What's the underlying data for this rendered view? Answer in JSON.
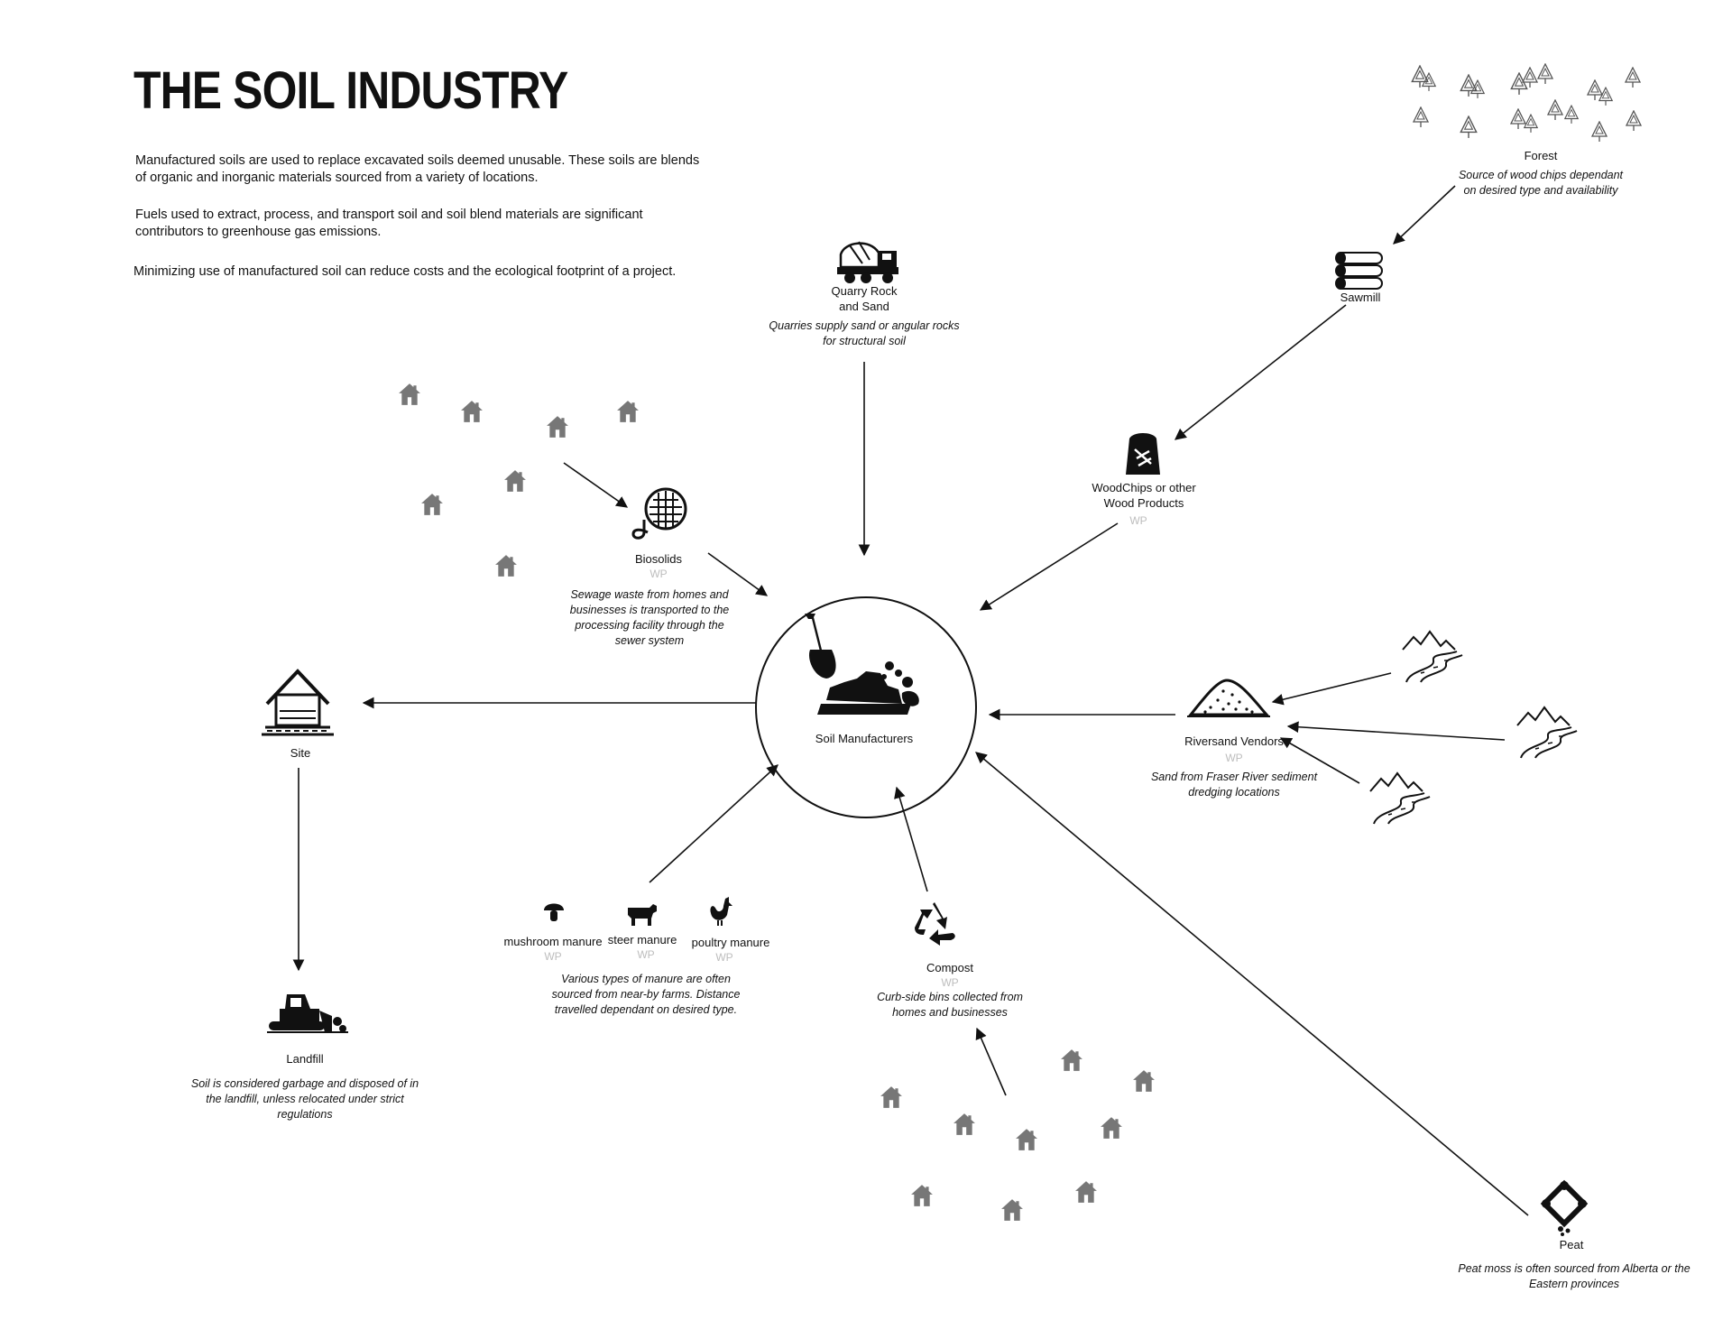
{
  "title": "THE SOIL INDUSTRY",
  "intro": [
    "Manufactured soils are used to replace excavated soils deemed unusable. These soils are blends of organic and inorganic materials sourced from a variety of locations.",
    "Fuels used to extract, process, and transport soil and soil blend materials are significant contributors to greenhouse gas emissions.",
    "Minimizing use of  manufactured soil can reduce costs and the ecological footprint of a project."
  ],
  "wp_tag": "WP",
  "nodes": {
    "center": {
      "label": "Soil Manufacturers",
      "icon": "shovel-soil-icon"
    },
    "forest": {
      "label": "Forest",
      "desc": [
        "Source of wood chips dependant",
        "on desired type and availability"
      ],
      "icon": "forest-icon"
    },
    "sawmill": {
      "label": "Sawmill",
      "icon": "logs-icon"
    },
    "woodchips": {
      "label": [
        "WoodChips or other",
        "Wood Products"
      ],
      "icon": "woodchip-bag-icon"
    },
    "quarry": {
      "label": [
        "Quarry Rock",
        "and Sand"
      ],
      "desc": [
        "Quarries supply sand or angular rocks",
        "for structural soil"
      ],
      "icon": "cement-truck-icon"
    },
    "biosolids": {
      "label": "Biosolids",
      "desc": [
        "Sewage waste from homes and",
        "businesses is transported to the",
        "processing facility through the",
        "sewer system"
      ],
      "icon": "sewer-grate-icon"
    },
    "site": {
      "label": "Site",
      "icon": "house-site-icon"
    },
    "landfill": {
      "label": "Landfill",
      "desc": [
        "Soil is considered garbage and disposed of in",
        "the landfill, unless relocated under strict",
        "regulations"
      ],
      "icon": "bulldozer-icon"
    },
    "manure": {
      "items": [
        {
          "label": "mushroom manure",
          "icon": "mushroom-icon"
        },
        {
          "label": "steer manure",
          "icon": "cow-icon"
        },
        {
          "label": "poultry manure",
          "icon": "rooster-icon"
        }
      ],
      "desc": [
        "Various types of manure are often",
        "sourced from near-by farms. Distance",
        "travelled dependant on desired type."
      ]
    },
    "compost": {
      "label": "Compost",
      "desc": [
        "Curb-side bins collected from",
        "homes and businesses"
      ],
      "icon": "recycle-icon"
    },
    "riversand": {
      "label": "Riversand Vendors",
      "desc": [
        "Sand from Fraser River sediment",
        "dredging locations"
      ],
      "icon": "sand-pile-icon"
    },
    "peat": {
      "label": "Peat",
      "desc": [
        "Peat moss is often sourced from Alberta or the",
        "Eastern provinces"
      ],
      "icon": "peat-icon"
    }
  },
  "colors": {
    "ink": "#111111",
    "house": "#777777",
    "wp": "#bdbdbd"
  }
}
